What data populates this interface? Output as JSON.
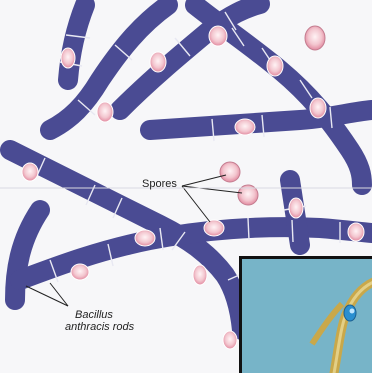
{
  "labels": {
    "spores": "Spores",
    "rods_line1": "Bacillus",
    "rods_line2": "anthracis rods"
  },
  "colors": {
    "rod": "#4a4b93",
    "rod_dark": "#3a3b7c",
    "spore_fill": "#f3c6cf",
    "spore_core": "#ee9fb2",
    "septum": "#e8e8f2",
    "inset_bg": "#77b4c8",
    "inset_filament": "#c9a84a",
    "inset_spore": "#2a8fd0"
  }
}
